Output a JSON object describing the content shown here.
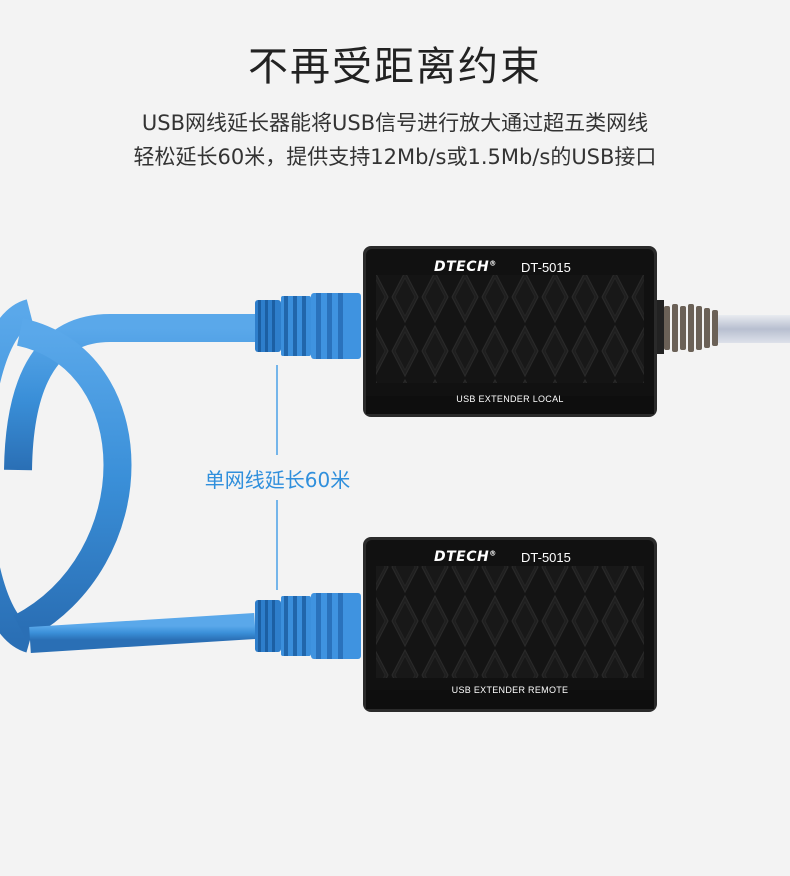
{
  "header": {
    "title": "不再受距离约束",
    "line1": "USB网线延长器能将USB信号进行放大通过超五类网线",
    "line2": "轻松延长60米，提供支持12Mb/s或1.5Mb/s的USB接口"
  },
  "distance_label": "单网线延长60米",
  "devices": [
    {
      "brand": "DTECH",
      "model": "DT-5015",
      "name": "USB EXTENDER LOCAL"
    },
    {
      "brand": "DTECH",
      "model": "DT-5015",
      "name": "USB EXTENDER REMOTE"
    }
  ],
  "colors": {
    "cable": "#3a8fd8",
    "cable_shadow": "#2a6fb5",
    "accent_text": "#2f8fdc",
    "device_body": "#1a1a1a",
    "background": "#f3f3f3"
  }
}
